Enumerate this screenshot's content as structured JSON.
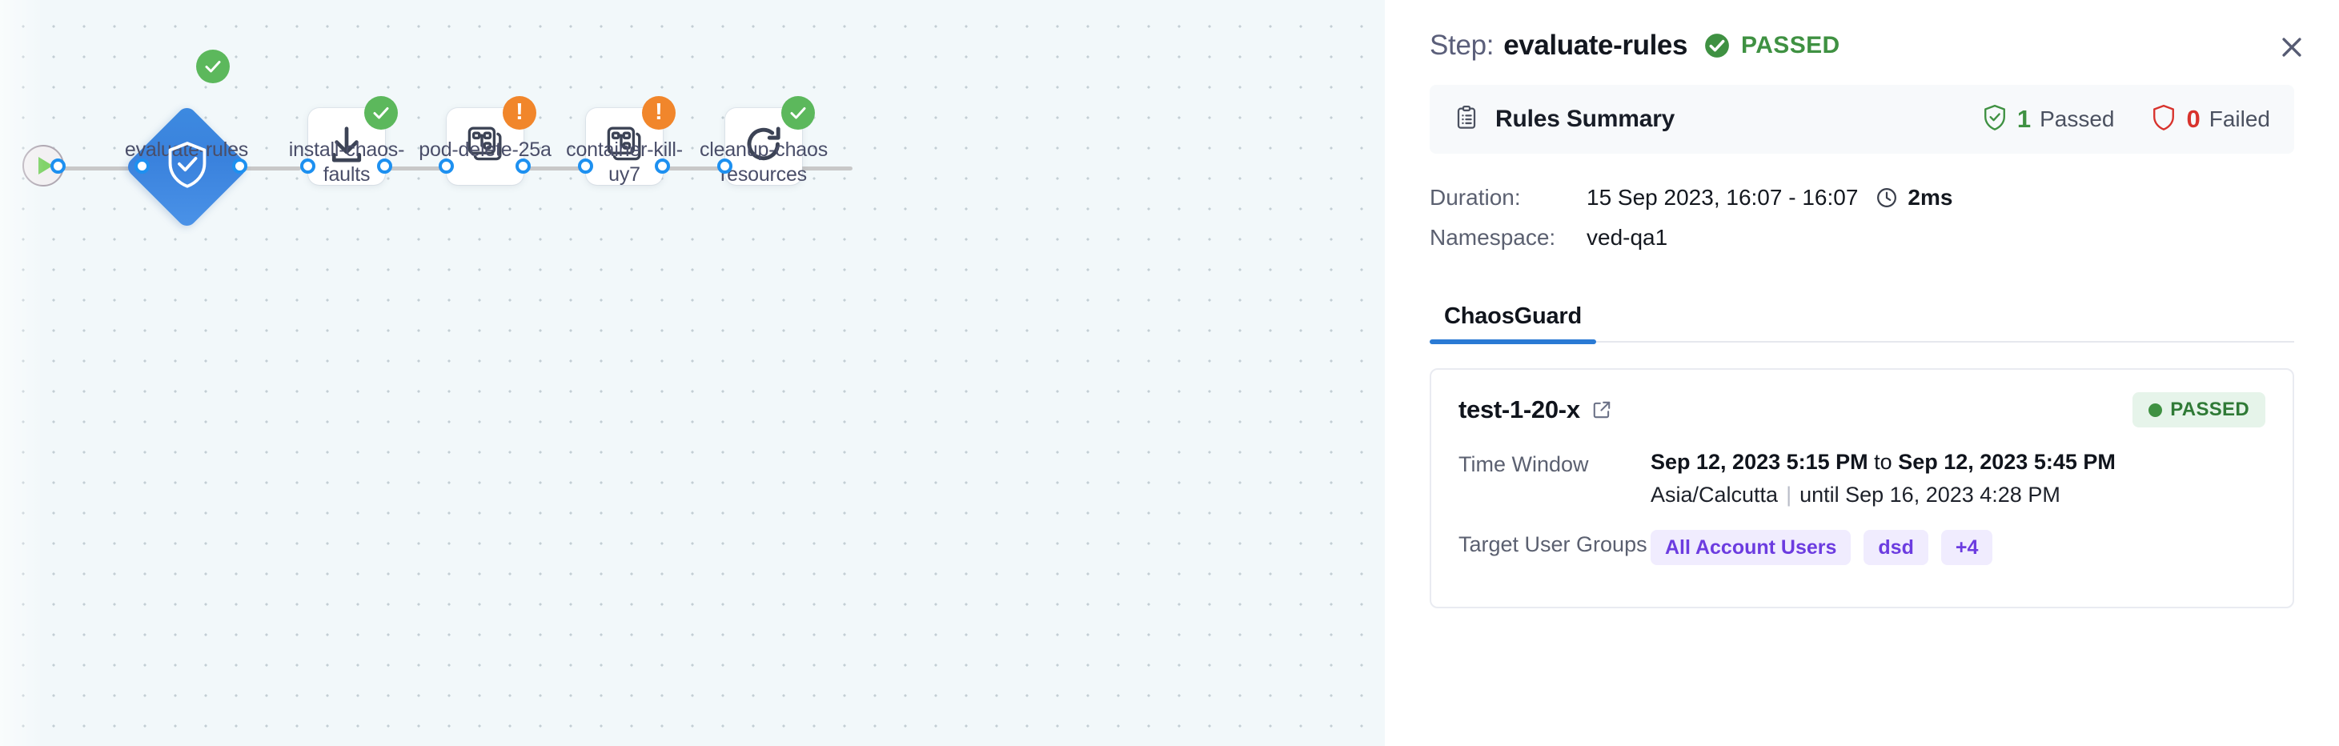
{
  "canvas": {
    "start_node": {
      "icon": "play-icon",
      "label": ""
    },
    "nodes": [
      {
        "id": "evaluate-rules",
        "label": "evaluate-rules",
        "shape": "diamond",
        "icon": "shield-check-icon",
        "status": "success",
        "status_icon": "check-circle-icon"
      },
      {
        "id": "install-chaos-faults",
        "label": "install-chaos-\nfaults",
        "shape": "rect",
        "icon": "download-icon",
        "status": "success",
        "status_icon": "check-circle-icon"
      },
      {
        "id": "pod-delete-25a",
        "label": "pod-delete-25a",
        "shape": "rect",
        "icon": "chaos-fault-icon",
        "status": "warning",
        "status_icon": "exclamation-circle-icon"
      },
      {
        "id": "container-kill-uy7",
        "label": "container-kill-uy7",
        "shape": "rect",
        "icon": "chaos-fault-icon",
        "status": "warning",
        "status_icon": "exclamation-circle-icon"
      },
      {
        "id": "cleanup-chaos-resources",
        "label": "cleanup-chaos\nresources",
        "shape": "rect",
        "icon": "refresh-icon",
        "status": "success",
        "status_icon": "check-circle-icon"
      }
    ]
  },
  "panel": {
    "header": {
      "step_prefix": "Step:",
      "step_name": "evaluate-rules",
      "status_icon": "check-circle-icon",
      "status_text": "PASSED",
      "close_icon": "close-icon"
    },
    "rules_summary": {
      "icon": "clipboard-list-icon",
      "title": "Rules Summary",
      "passed_icon": "shield-check-icon",
      "passed_count": "1",
      "passed_label": "Passed",
      "failed_icon": "shield-icon",
      "failed_count": "0",
      "failed_label": "Failed"
    },
    "meta": [
      {
        "key": "Duration:",
        "value": "15 Sep 2023, 16:07 - 16:07",
        "icon": "clock-icon",
        "extra": "2ms"
      },
      {
        "key": "Namespace:",
        "value": "ved-qa1",
        "icon": "",
        "extra": ""
      }
    ],
    "tabs": [
      {
        "id": "chaosguard",
        "label": "ChaosGuard",
        "active": true
      }
    ],
    "test_card": {
      "name": "test-1-20-x",
      "external_link_icon": "external-link-icon",
      "status_text": "PASSED",
      "rows": [
        {
          "key": "Time Window",
          "value_prefix": "Sep 12, 2023 5:15 PM",
          "value_join": " to ",
          "value_suffix": "Sep 12, 2023 5:45 PM",
          "sub_timezone": "Asia/Calcutta",
          "sub_until": "until Sep 16, 2023 4:28 PM"
        }
      ],
      "target_groups_key": "Target User Groups",
      "target_groups": [
        "All Account Users",
        "dsd",
        "+4"
      ]
    }
  },
  "colors": {
    "accent_blue": "#2a7ad4",
    "node_blue": "#3d8ae0",
    "success_green": "#5cb85c",
    "warning_orange": "#f1862b",
    "fail_red": "#d8332d",
    "chip_purple": "#6c3ce0",
    "canvas_bg": "#f2f8fa"
  }
}
